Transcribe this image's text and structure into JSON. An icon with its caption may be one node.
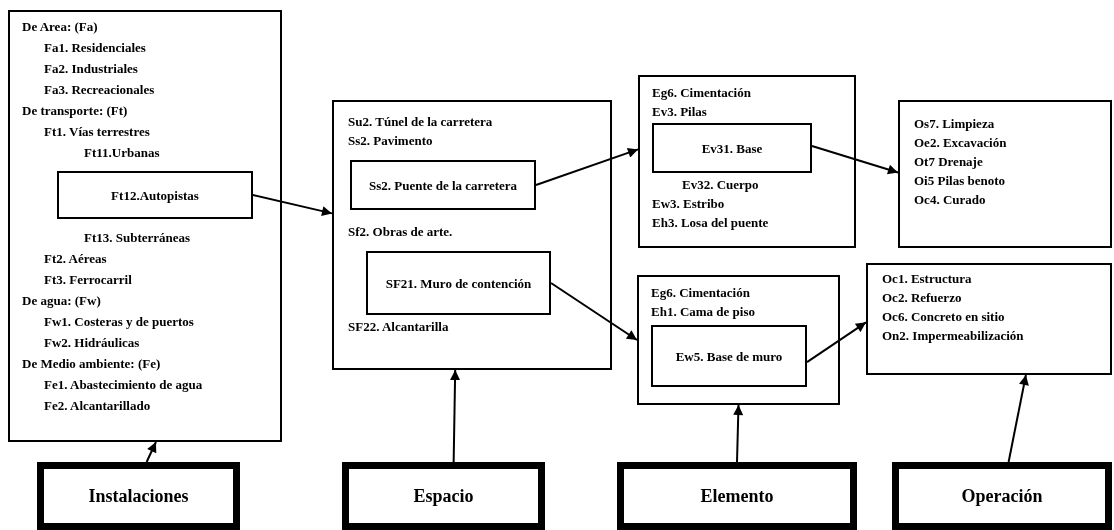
{
  "diagram": {
    "nodes": [
      {
        "text": [
          "De Area: (Fa)",
          "Fa1. Residenciales",
          "Fa2. Industriales",
          "Fa3. Recreacionales",
          "De transporte: (Ft)",
          "Ft1. Vías terrestres",
          "Ft11.Urbanas",
          "Ft13. Subterráneas",
          "Ft2. Aéreas",
          "Ft3. Ferrocarril",
          "De agua: (Fw)",
          "Fw1. Costeras y de puertos",
          "Fw2. Hidráulicas",
          "De Medio ambiente: (Fe)",
          "Fe1. Abastecimiento de agua",
          "Fe2. Alcantarillado"
        ]
      },
      {
        "text": [
          "Ft12.Autopistas"
        ],
        "in": 0
      },
      {
        "text": [
          "Su2. Túnel de la carretera",
          "Ss2. Pavimento",
          "Sf2. Obras de arte.",
          "SF22. Alcantarilla"
        ]
      },
      {
        "text": [
          "Ss2. Puente de la carretera"
        ],
        "in": 2
      },
      {
        "text": [
          "SF21. Muro de contención"
        ],
        "in": 2
      },
      {
        "text": [
          "Eg6. Cimentación",
          "Ev3. Pilas",
          "Ev32. Cuerpo",
          "Ew3. Estribo",
          "Eh3. Losa del puente"
        ]
      },
      {
        "text": [
          "Ev31. Base"
        ],
        "in": 5
      },
      {
        "text": [
          "Eg6. Cimentación",
          "Eh1. Cama de piso"
        ]
      },
      {
        "text": [
          "Ew5. Base de muro"
        ],
        "in": 7
      },
      {
        "text": [
          "Os7. Limpieza",
          "Oe2. Excavación",
          "Ot7 Drenaje",
          "Oi5 Pilas benoto",
          "Oc4. Curado"
        ]
      },
      {
        "text": [
          "Oc1. Estructura",
          "Oc2. Refuerzo",
          "Oc6. Concreto en sitio",
          "On2. Impermeabilización"
        ]
      },
      {
        "text": [
          "Instalaciones"
        ]
      },
      {
        "text": [
          "Espacio"
        ]
      },
      {
        "text": [
          "Elemento"
        ]
      },
      {
        "text": [
          "Operación"
        ]
      }
    ],
    "edges": [
      {
        "from": 1,
        "to": 2,
        "arrow": "to"
      },
      {
        "from": 3,
        "to": 5,
        "arrow": "to"
      },
      {
        "from": 4,
        "to": 7,
        "arrow": "to"
      },
      {
        "from": 6,
        "to": 9,
        "arrow": "to"
      },
      {
        "from": 8,
        "to": 10,
        "arrow": "to"
      },
      {
        "from": 11,
        "to": 0,
        "arrow": "to"
      },
      {
        "from": 12,
        "to": 2,
        "arrow": "to"
      },
      {
        "from": 13,
        "to": 7,
        "arrow": "to"
      },
      {
        "from": 14,
        "to": 10,
        "arrow": "to"
      }
    ]
  }
}
